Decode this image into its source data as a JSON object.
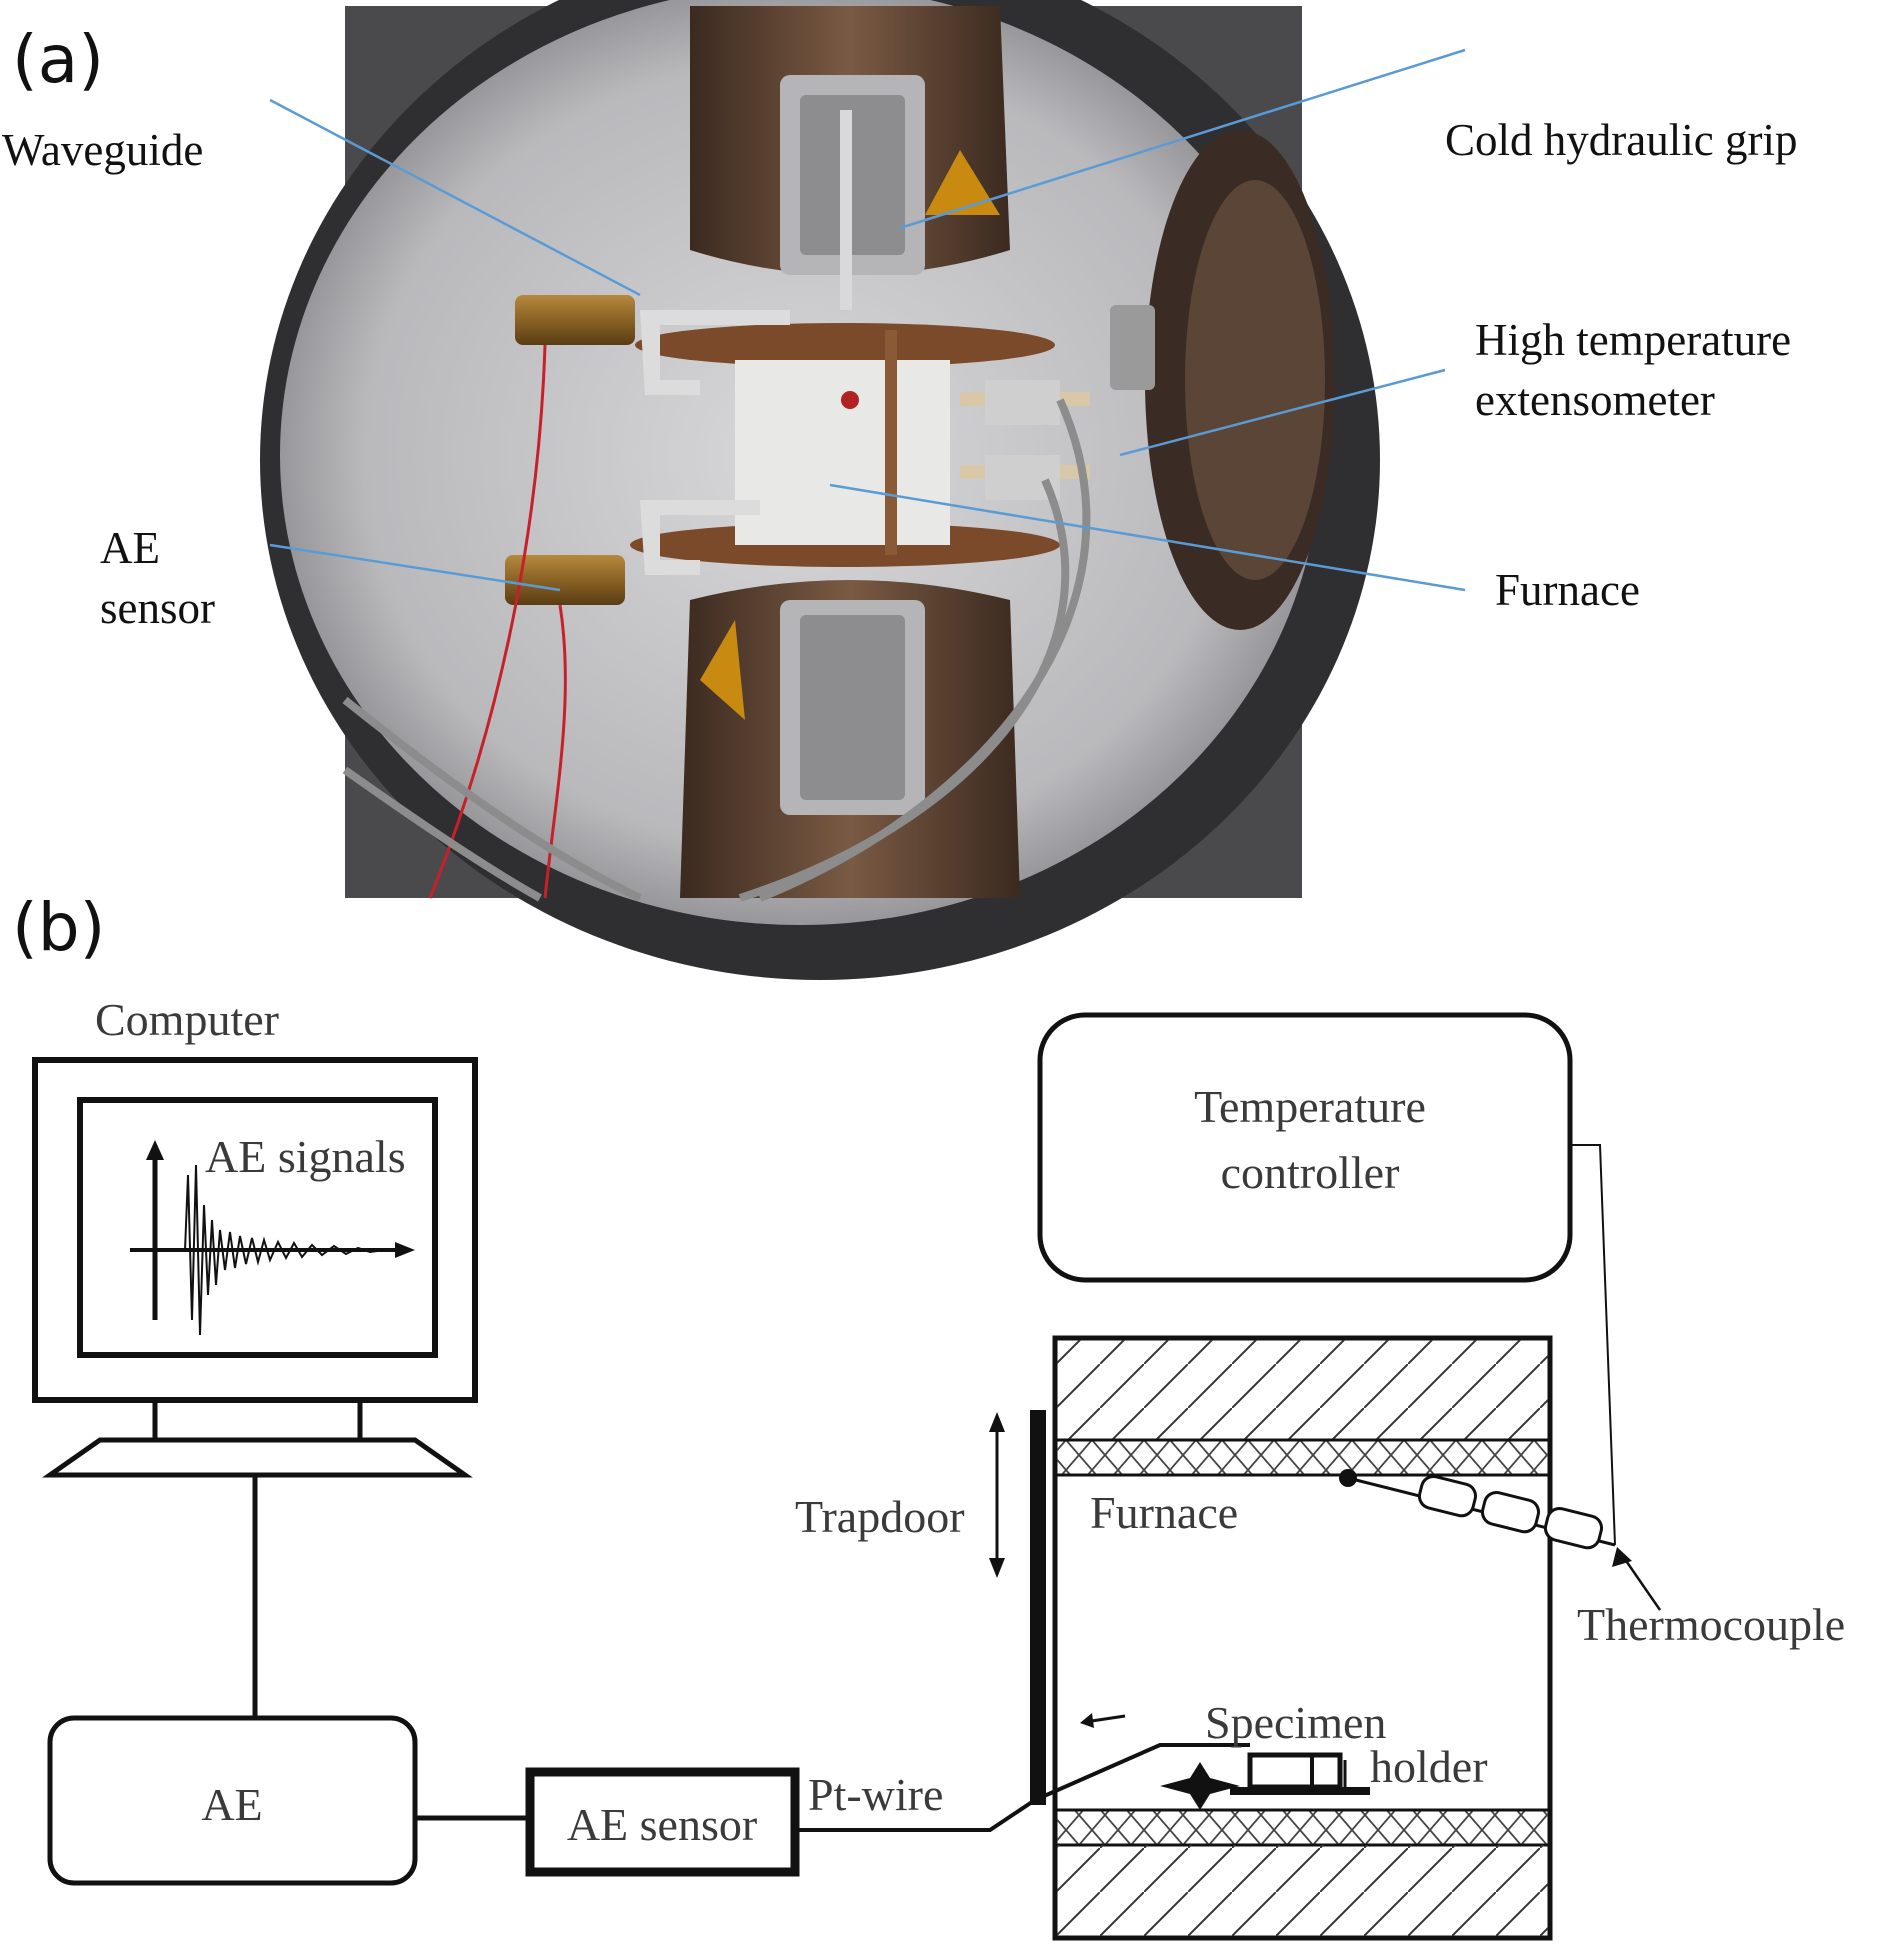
{
  "panel_a": {
    "label": "(a)",
    "callouts": {
      "waveguide": "Waveguide",
      "cold_hydraulic_grip": "Cold hydraulic grip",
      "high_temp_extensometer_line1": "High temperature",
      "high_temp_extensometer_line2": "extensometer",
      "ae_sensor_line1": "AE",
      "ae_sensor_line2": "sensor",
      "furnace": "Furnace"
    },
    "colors": {
      "leader": "#5b9bd5"
    }
  },
  "panel_b": {
    "label": "(b)",
    "computer": {
      "title": "Computer",
      "screen_text": "AE signals"
    },
    "temperature_controller": {
      "line1": "Temperature",
      "line2": "controller"
    },
    "ae_box": "AE",
    "ae_sensor_box": "AE sensor",
    "pt_wire": "Pt-wire",
    "trapdoor": "Trapdoor",
    "furnace": "Furnace",
    "thermocouple": "Thermocouple",
    "specimen": "Specimen",
    "holder": "holder"
  }
}
